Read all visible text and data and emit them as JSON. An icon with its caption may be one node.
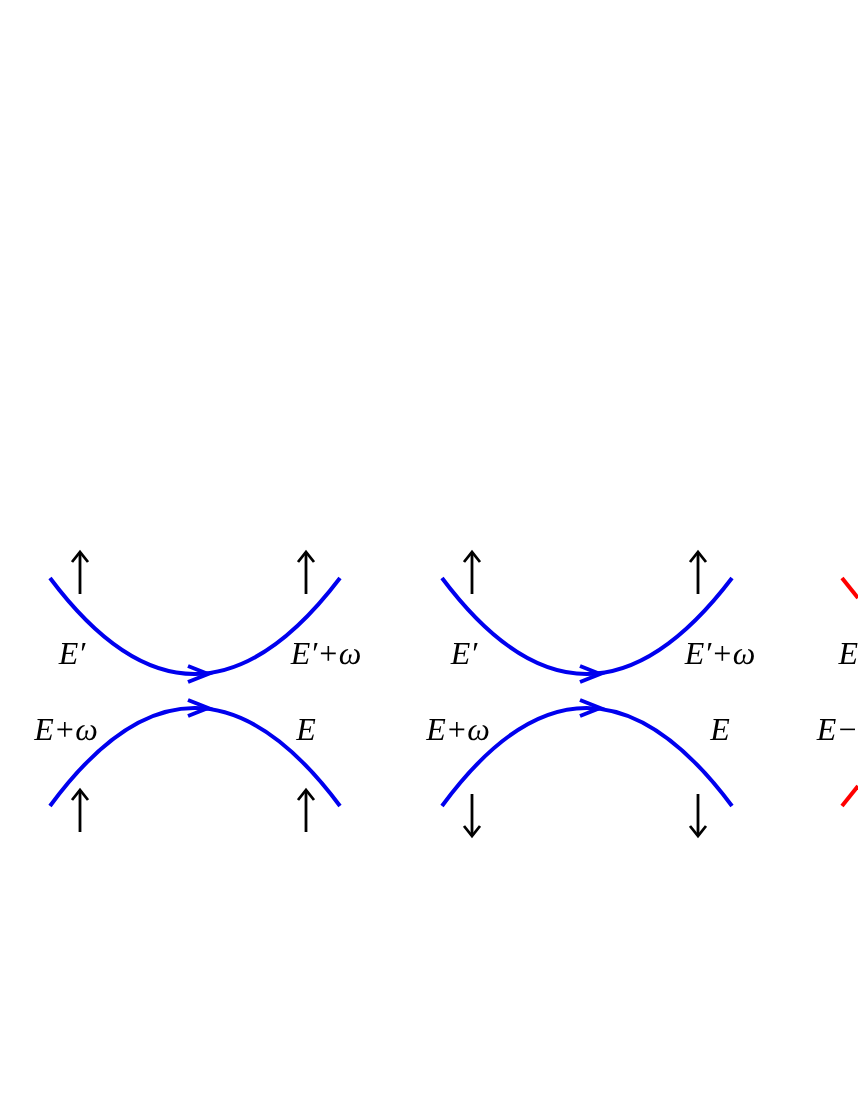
{
  "diagram": {
    "labels": [
      "E′",
      "E′+ω",
      "E′",
      "E′+ω",
      "E",
      "E+ω",
      "E",
      "E+ω",
      "E",
      "E−"
    ]
  }
}
